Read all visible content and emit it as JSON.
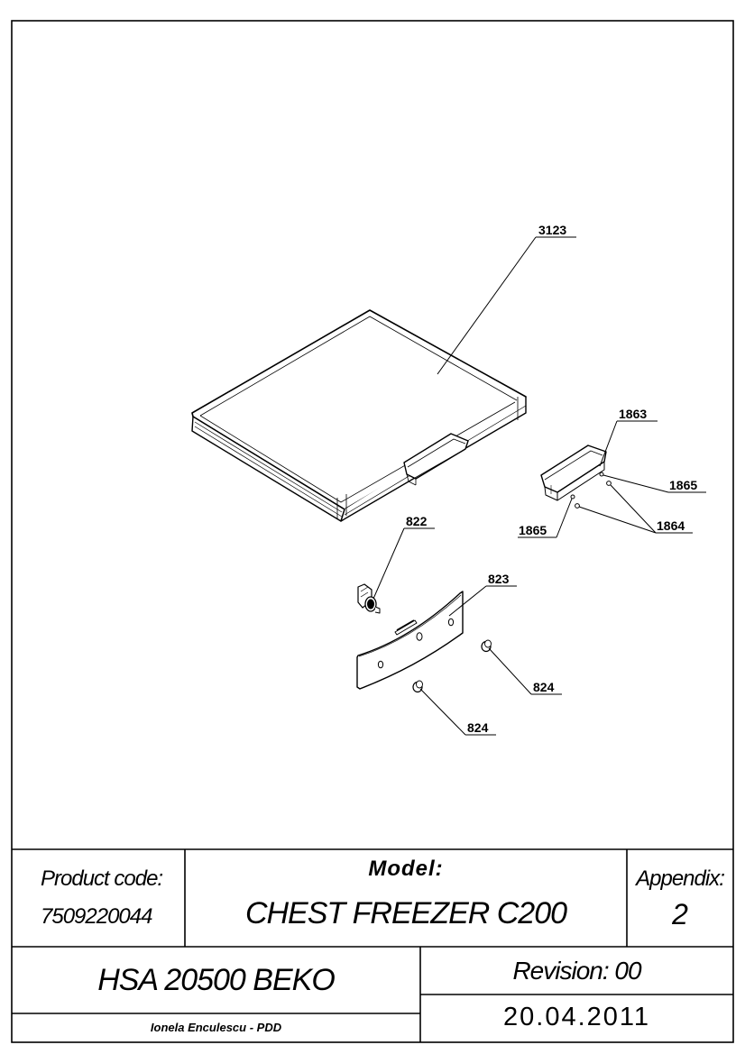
{
  "drawing": {
    "callouts": {
      "lid": "3123",
      "handle": "1863",
      "screw_right": "1865",
      "screw_left": "1865",
      "pin": "1864",
      "lock": "822",
      "plate": "823",
      "plug_right": "824",
      "plug_bottom": "824"
    }
  },
  "title_block": {
    "product_code_label": "Product code:",
    "product_code": "7509220044",
    "model_label": "Model:",
    "model": "CHEST FREEZER C200",
    "appendix_label": "Appendix:",
    "appendix": "2",
    "article": "HSA 20500 BEKO",
    "revision": "Revision: 00",
    "author": "Ionela Enculescu - PDD",
    "date": "20.04.2011"
  }
}
